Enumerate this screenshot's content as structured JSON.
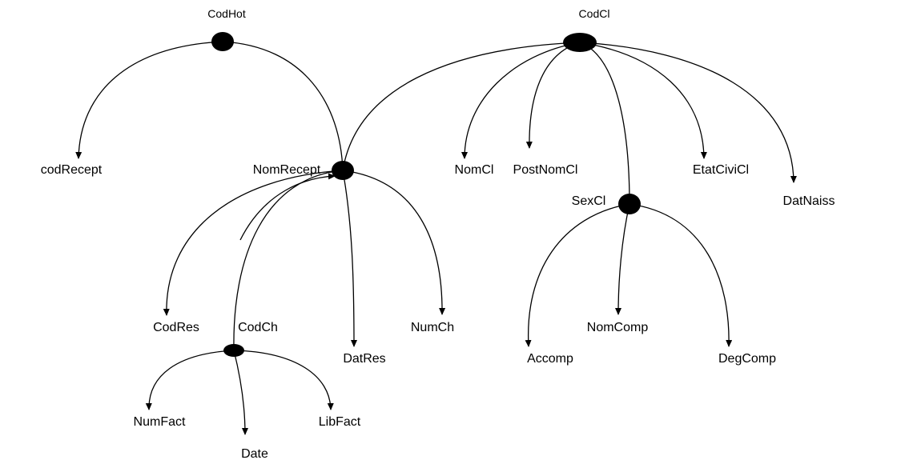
{
  "nodes": {
    "codhot": "CodHot",
    "codcl": "CodCl",
    "codrecept": "codRecept",
    "nomrecept": "NomRecept",
    "nomcl": "NomCl",
    "postnomcl": "PostNomCl",
    "sexcl": "SexCl",
    "etatcivicl": "EtatCiviCl",
    "datnaiss": "DatNaiss",
    "codres": "CodRes",
    "codch": "CodCh",
    "datres": "DatRes",
    "numch": "NumCh",
    "accomp": "Accomp",
    "nomcomp": "NomComp",
    "degcomp": "DegComp",
    "numfact": "NumFact",
    "date": "Date",
    "libfact": "LibFact"
  },
  "colors": {
    "ink": "#000000",
    "background": "#ffffff"
  }
}
